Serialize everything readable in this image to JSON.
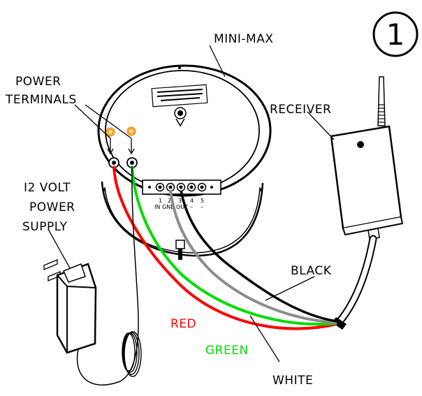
{
  "step_number": "1",
  "labels": {
    "mini_max": "MINI-MAX",
    "power_terminals_1": "POWER",
    "power_terminals_2": "TERMINALS",
    "receiver": "RECEIVER",
    "supply_1": "I2 VOLT",
    "supply_2": "POWER",
    "supply_3": "SUPPLY",
    "black": "BLACK",
    "red": "RED",
    "green": "GREEN",
    "white": "WHITE"
  },
  "terminal_strip": {
    "numbers": [
      "1",
      "2",
      "3",
      "4",
      "5"
    ],
    "functions": [
      "IN",
      "GND",
      "OUT",
      "–",
      "–"
    ]
  },
  "wire_colors": {
    "red": "#ff0000",
    "green": "#00dd00",
    "white": "#8c8c8c",
    "black": "#000000",
    "terminal_marker": "#ffaa33"
  }
}
